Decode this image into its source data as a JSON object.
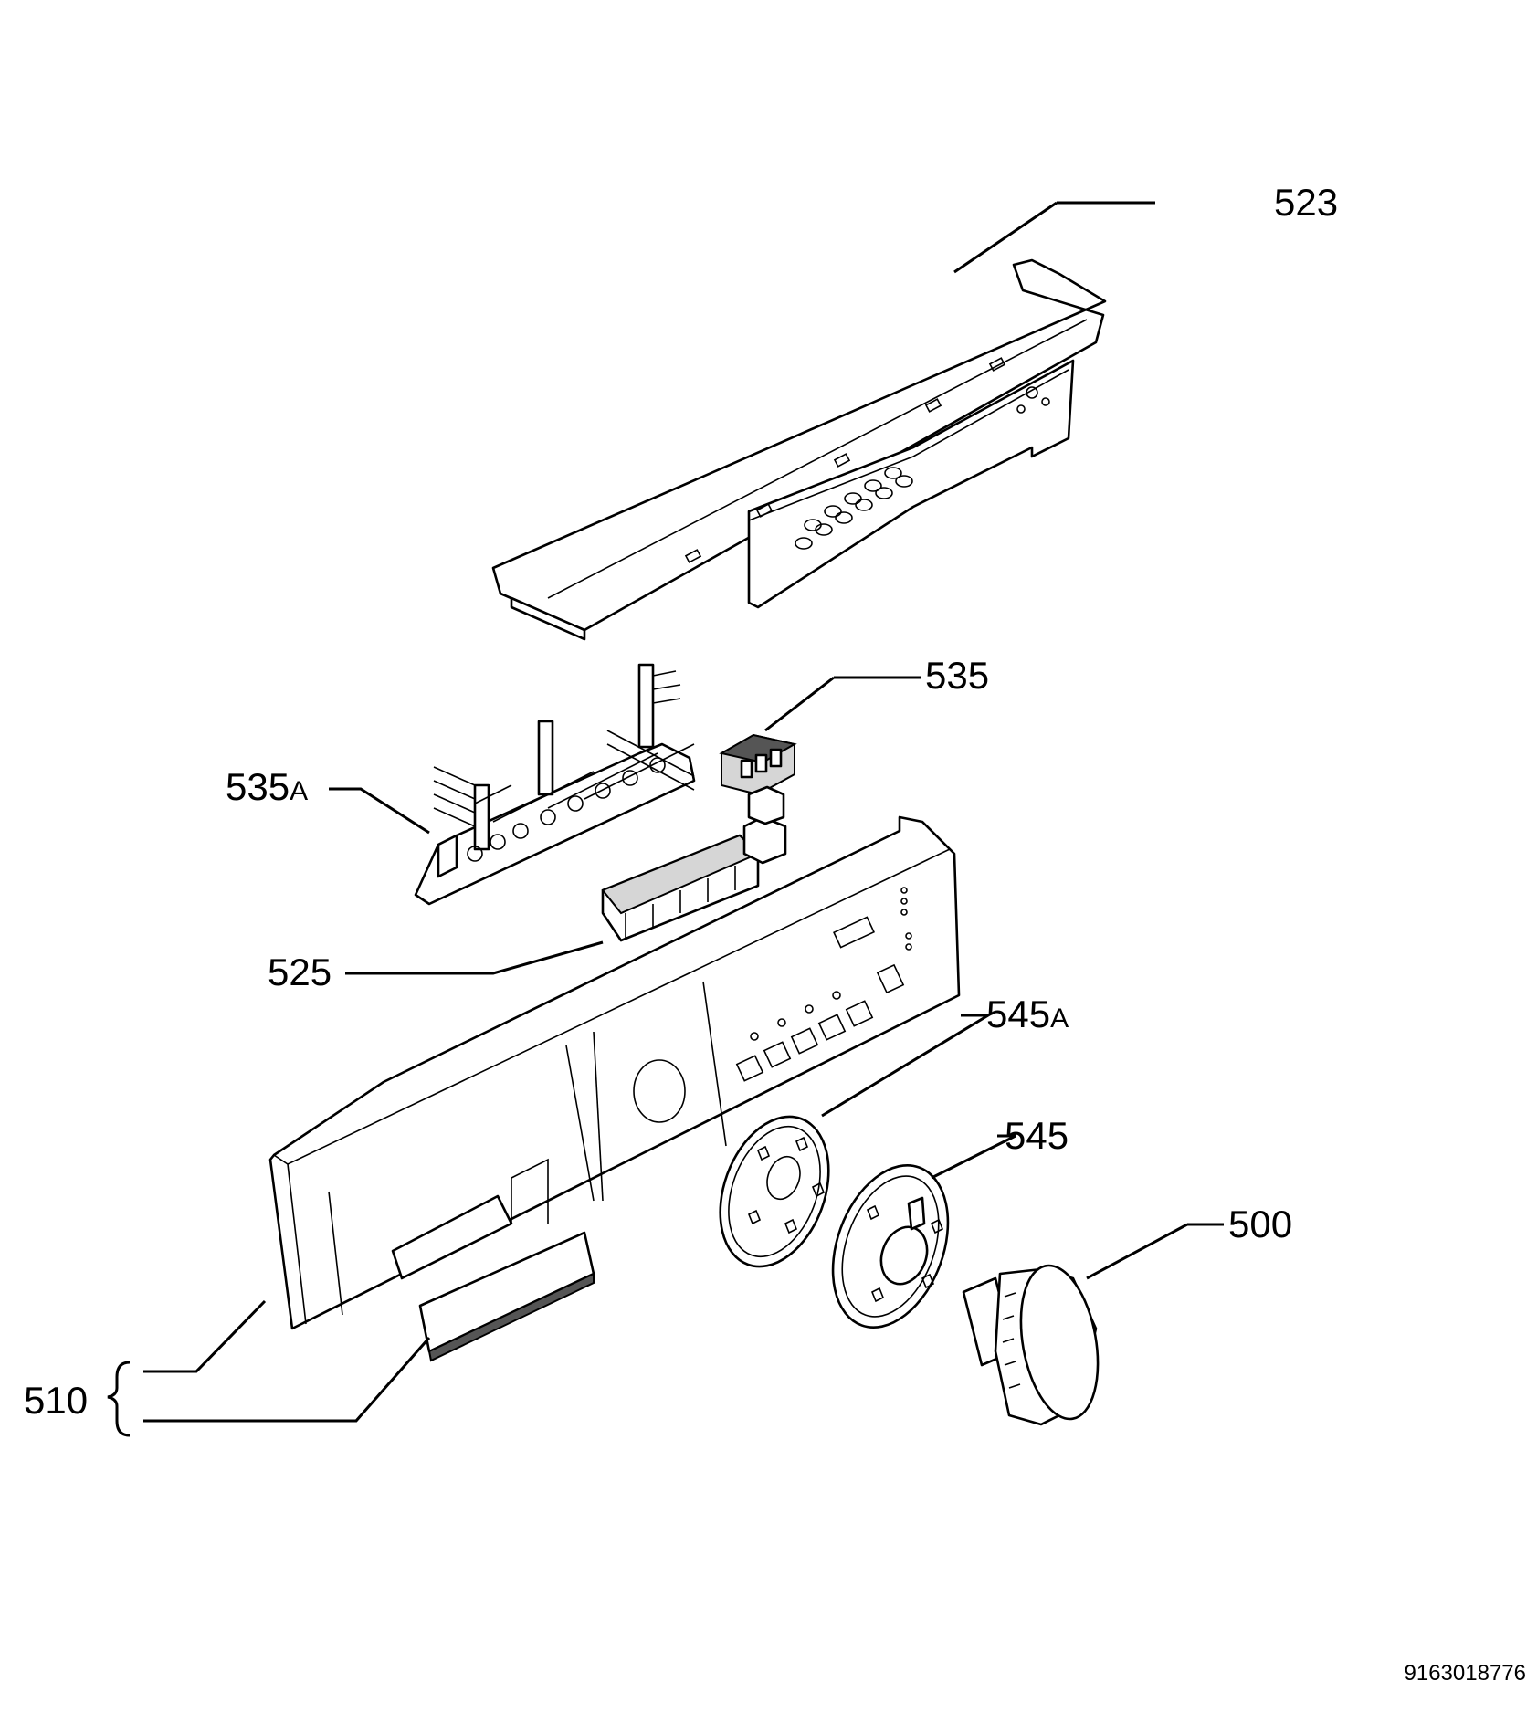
{
  "diagram": {
    "parts": [
      {
        "id": "523",
        "label": "523",
        "suffix": ""
      },
      {
        "id": "535",
        "label": "535",
        "suffix": ""
      },
      {
        "id": "535A",
        "label": "535",
        "suffix": "A"
      },
      {
        "id": "525",
        "label": "525",
        "suffix": ""
      },
      {
        "id": "545A",
        "label": "545",
        "suffix": "A"
      },
      {
        "id": "545",
        "label": "545",
        "suffix": ""
      },
      {
        "id": "500",
        "label": "500",
        "suffix": ""
      },
      {
        "id": "510",
        "label": "510",
        "suffix": ""
      }
    ],
    "document_number": "9163018776"
  }
}
